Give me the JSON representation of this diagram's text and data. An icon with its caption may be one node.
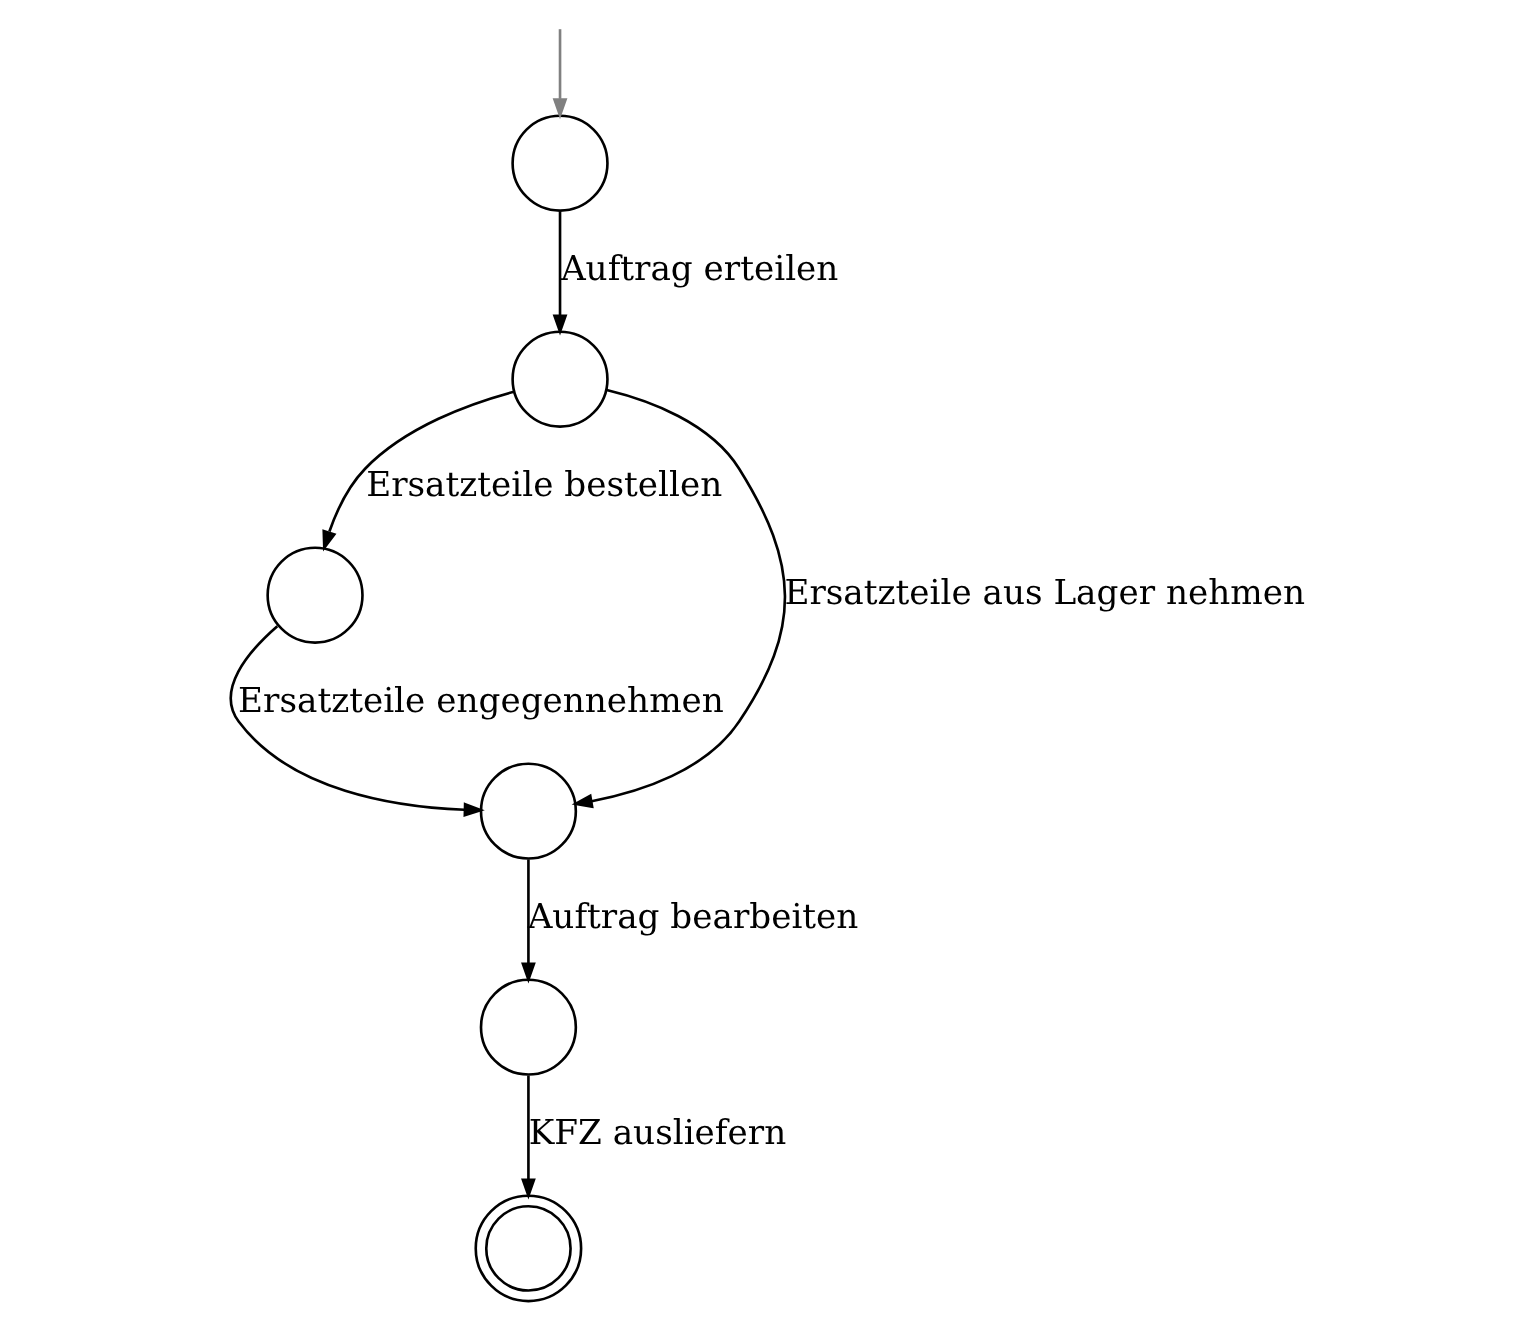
{
  "diagram": {
    "nodes": [
      {
        "text": [],
        "shape": "circle"
      },
      {
        "text": [],
        "shape": "circle"
      },
      {
        "text": [],
        "shape": "circle"
      },
      {
        "text": [],
        "shape": "circle"
      },
      {
        "text": [],
        "shape": "circle"
      },
      {
        "text": [],
        "shape": "doublecircle"
      }
    ],
    "edges": [
      {
        "from": null,
        "to": 0,
        "arrow": "to",
        "color": "#808080"
      },
      {
        "from": 0,
        "to": 1,
        "arrow": "to",
        "label": "Auftrag erteilen"
      },
      {
        "from": 1,
        "to": 2,
        "arrow": "to",
        "label": "Ersatzteile bestellen"
      },
      {
        "from": 1,
        "to": 3,
        "arrow": "to",
        "label": "Ersatzteile aus Lager nehmen"
      },
      {
        "from": 2,
        "to": 3,
        "arrow": "to",
        "label": "Ersatzteile engegennehmen"
      },
      {
        "from": 3,
        "to": 4,
        "arrow": "to",
        "label": "Auftrag bearbeiten"
      },
      {
        "from": 4,
        "to": 5,
        "arrow": "to",
        "label": "KFZ ausliefern"
      }
    ]
  }
}
